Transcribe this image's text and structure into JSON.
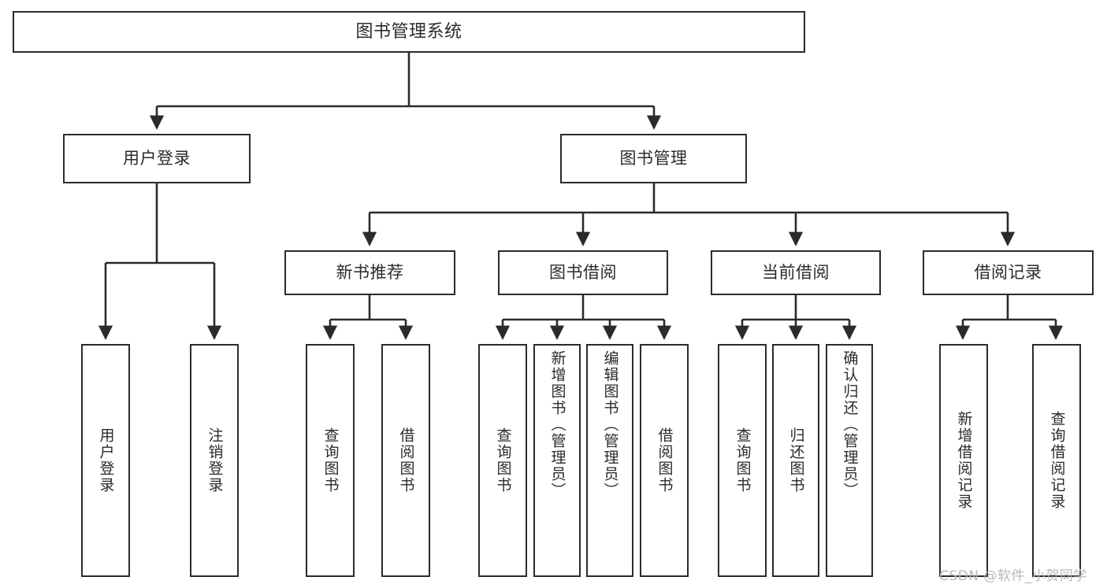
{
  "diagram": {
    "type": "tree-hierarchy",
    "title": "图书管理系统",
    "watermark": "CSDN @软件_小贺同学",
    "colors": {
      "box_border": "#2b2b2b",
      "box_fill": "#ffffff",
      "edge": "#2b2b2b",
      "text": "#2b2b2b",
      "watermark": "#b8b8b8",
      "background": "#ffffff"
    },
    "nodes": {
      "root": {
        "label": "图书管理系统"
      },
      "level2": [
        {
          "label": "用户登录"
        },
        {
          "label": "图书管理"
        }
      ],
      "level3": [
        {
          "label": "新书推荐"
        },
        {
          "label": "图书借阅"
        },
        {
          "label": "当前借阅"
        },
        {
          "label": "借阅记录"
        }
      ],
      "leaves": {
        "user_login": [
          {
            "label": "用户登录"
          },
          {
            "label": "注销登录"
          }
        ],
        "new_book": [
          {
            "label": "查询图书"
          },
          {
            "label": "借阅图书"
          }
        ],
        "book_borrow": [
          {
            "label": "查询图书"
          },
          {
            "label": "新增图书（管理员）"
          },
          {
            "label": "编辑图书（管理员）"
          },
          {
            "label": "借阅图书"
          }
        ],
        "current_borrow": [
          {
            "label": "查询图书"
          },
          {
            "label": "归还图书"
          },
          {
            "label": "确认归还（管理员）"
          }
        ],
        "borrow_record": [
          {
            "label": "新增借阅记录"
          },
          {
            "label": "查询借阅记录"
          }
        ]
      }
    }
  }
}
